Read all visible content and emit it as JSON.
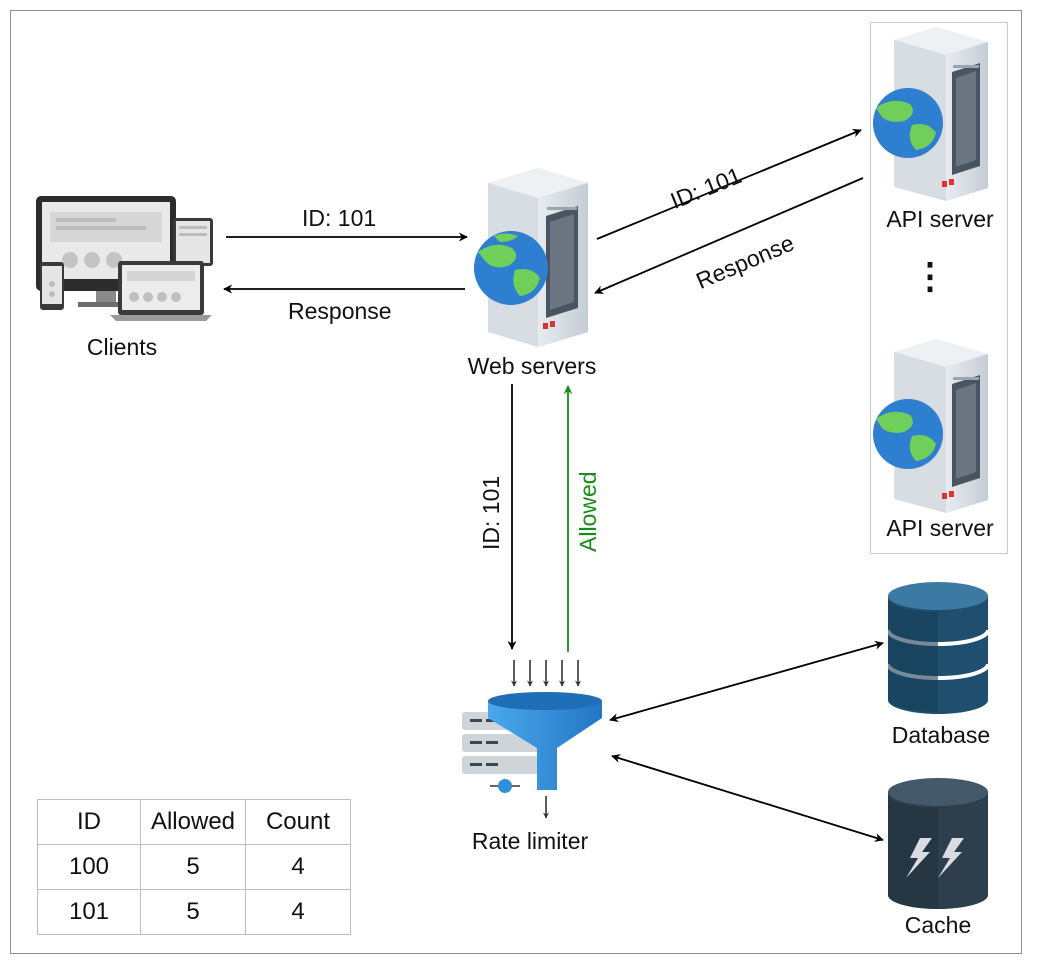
{
  "nodes": {
    "clients": "Clients",
    "web_servers": "Web servers",
    "api_server_1": "API server",
    "api_server_2": "API server",
    "ellipsis": "⋮",
    "rate_limiter": "Rate limiter",
    "database": "Database",
    "cache": "Cache"
  },
  "edges": {
    "client_to_web": "ID: 101",
    "web_to_client": "Response",
    "web_to_api": "ID: 101",
    "api_to_web": "Response",
    "web_to_limiter": "ID: 101",
    "limiter_to_web": "Allowed"
  },
  "icons": {
    "clients": "devices-icon",
    "web_servers": "web-server-icon",
    "api_server": "web-server-icon",
    "rate_limiter": "funnel-filter-icon",
    "database": "database-icon",
    "cache": "cache-lightning-icon"
  },
  "colors": {
    "allowed_arrow": "#1a8c1a",
    "default_arrow": "#000000",
    "funnel": "#2f8fd8",
    "database": "#1f4e6e",
    "cache": "#2e3e4c"
  },
  "table": {
    "headers": [
      "ID",
      "Allowed",
      "Count"
    ],
    "rows": [
      [
        "100",
        "5",
        "4"
      ],
      [
        "101",
        "5",
        "4"
      ]
    ]
  }
}
